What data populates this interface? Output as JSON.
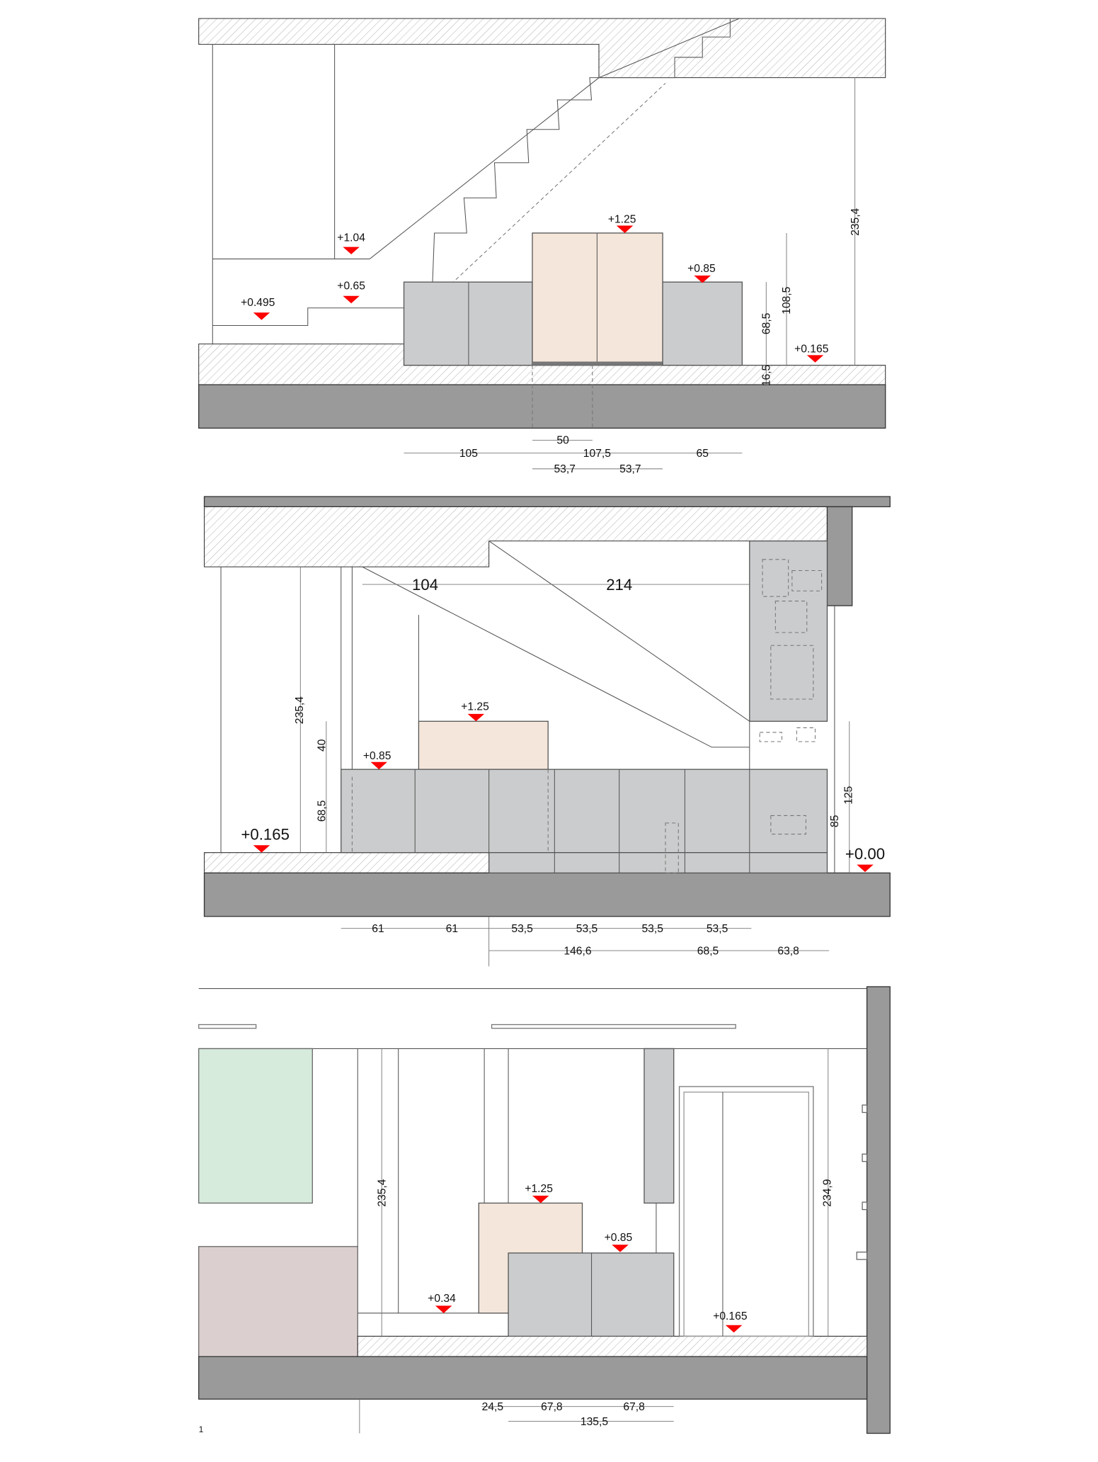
{
  "colors": {
    "grey_cabinet": "#cbcccd",
    "beige": "#f4e6da",
    "slab": "#9a9a9a",
    "marker": "#ff0000",
    "green": "#d6ebdc",
    "pink": "#dccfcf"
  },
  "section1": {
    "levels": [
      "+1.25",
      "+1.04",
      "+0.85",
      "+0.65",
      "+0.495",
      "+0.165"
    ],
    "dims_v": [
      "235,4",
      "108,5",
      "68,5",
      "16,5"
    ],
    "dims_h": [
      "50",
      "105",
      "107,5",
      "65",
      "53,7",
      "53,7"
    ]
  },
  "section2": {
    "levels": [
      "+1.25",
      "+0.85",
      "+0.165",
      "+0.00"
    ],
    "dims_top": [
      "104",
      "214"
    ],
    "dims_v": [
      "235,4",
      "40",
      "68,5",
      "125",
      "85"
    ],
    "dims_h1": [
      "61",
      "61",
      "53,5",
      "53,5",
      "53,5",
      "53,5"
    ],
    "dims_h2": [
      "146,6",
      "68,5",
      "63,8"
    ]
  },
  "section3": {
    "levels": [
      "+1.25",
      "+0.85",
      "+0.34",
      "+0.165"
    ],
    "dims_v": [
      "235,4",
      "234,9"
    ],
    "dims_h1": [
      "24,5",
      "67,8",
      "67,8"
    ],
    "dims_h2": [
      "135,5"
    ],
    "sheet_no": "1"
  }
}
